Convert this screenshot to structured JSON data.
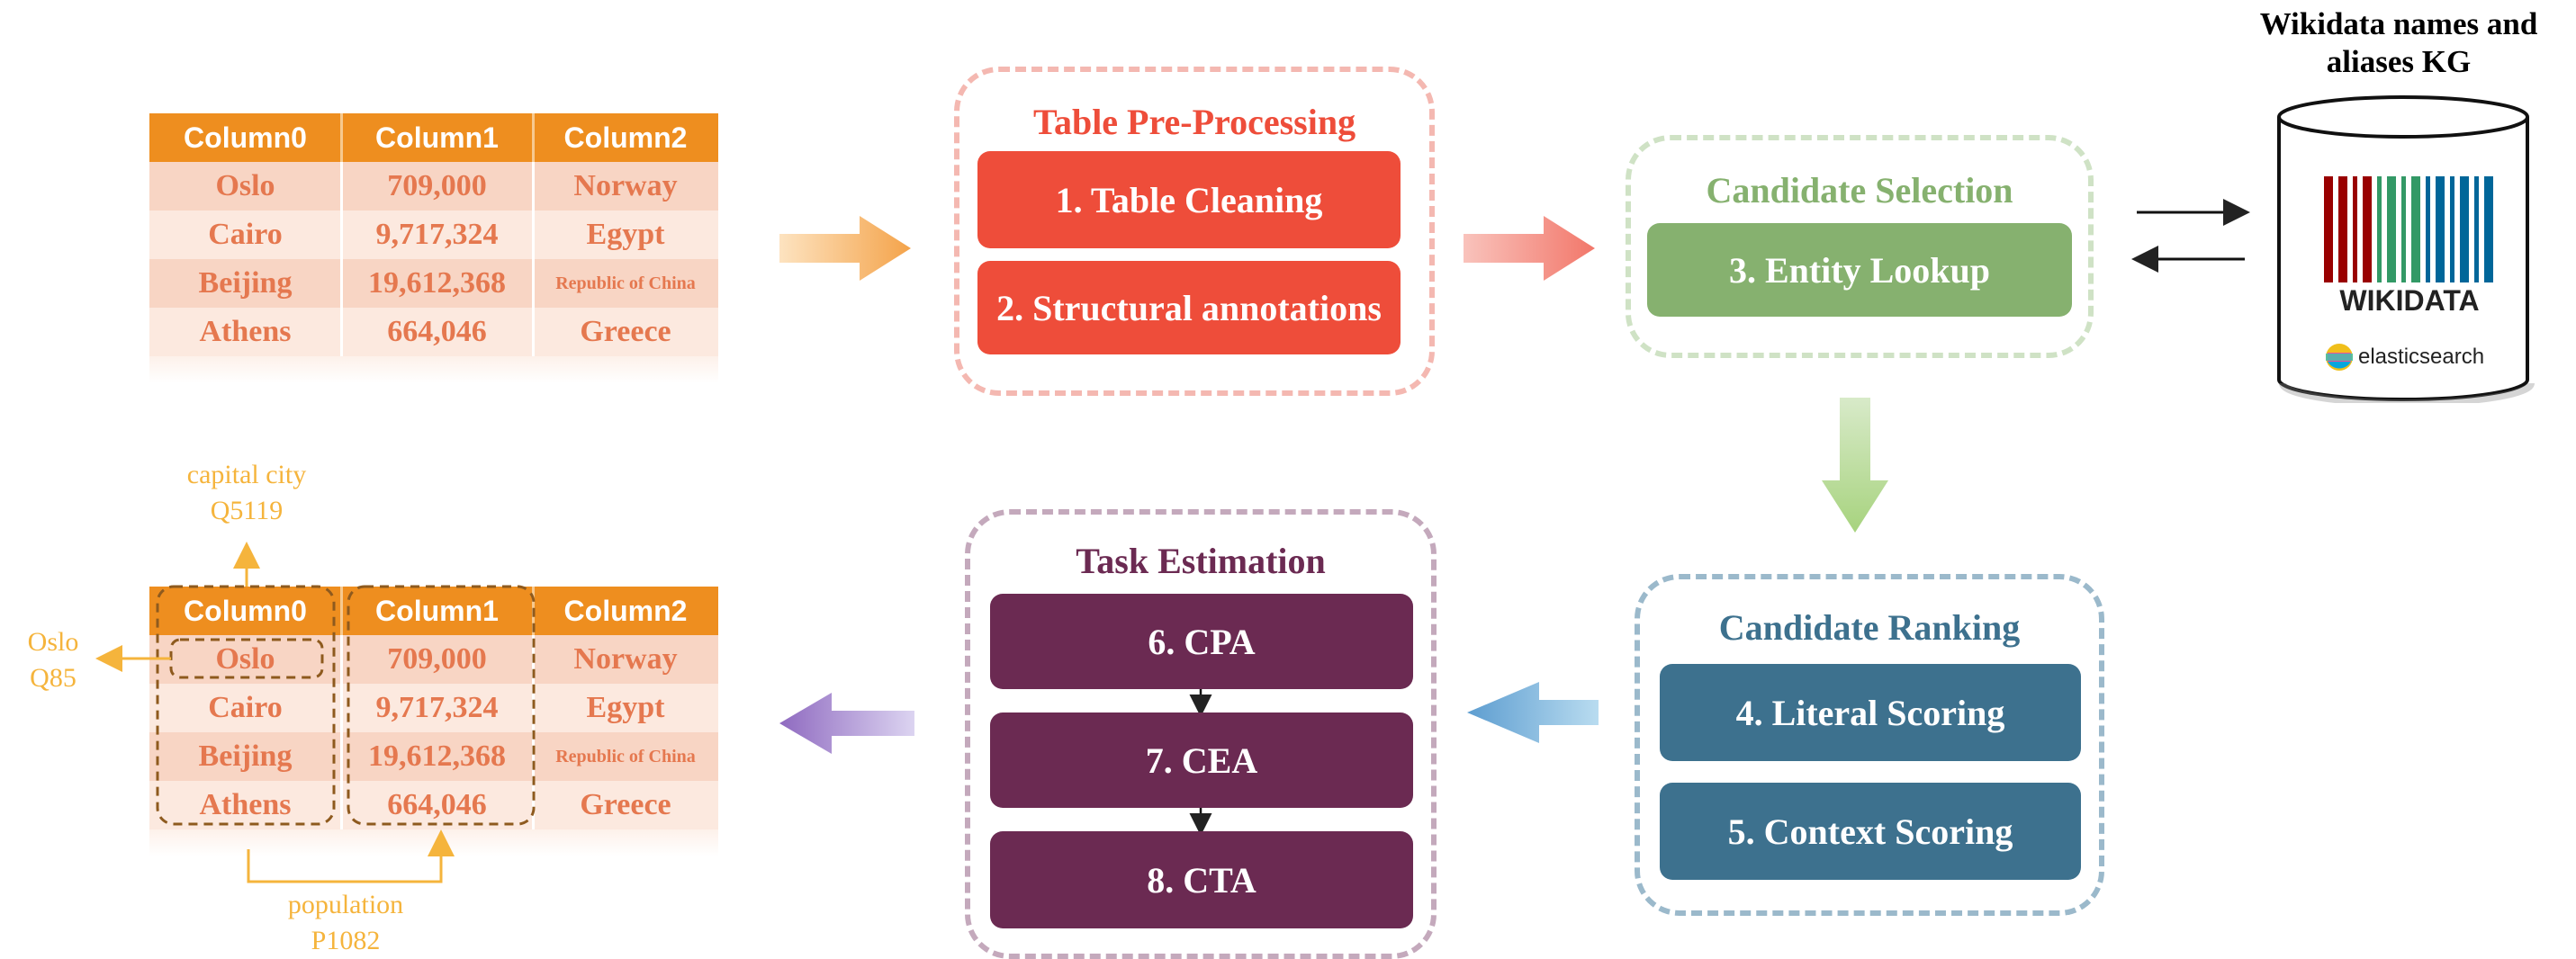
{
  "table": {
    "headers": [
      "Column0",
      "Column1",
      "Column2"
    ],
    "rows": [
      [
        "Oslo",
        "709,000",
        "Norway"
      ],
      [
        "Cairo",
        "9,717,324",
        "Egypt"
      ],
      [
        "Beijing",
        "19,612,368",
        "Republic of China"
      ],
      [
        "Athens",
        "664,046",
        "Greece"
      ]
    ]
  },
  "preprocessing": {
    "title": "Table Pre-Processing",
    "steps": [
      "1. Table Cleaning",
      "2. Structural annotations"
    ]
  },
  "candidate_selection": {
    "title": "Candidate Selection",
    "steps": [
      "3. Entity Lookup"
    ]
  },
  "knowledge_graph": {
    "title": "Wikidata names and aliases KG",
    "wikidata_label": "WIKIDATA",
    "elastic_label": "elasticsearch"
  },
  "candidate_ranking": {
    "title": "Candidate Ranking",
    "steps": [
      "4. Literal Scoring",
      "5. Context Scoring"
    ]
  },
  "task_estimation": {
    "title": "Task Estimation",
    "steps": [
      "6. CPA",
      "7. CEA",
      "8. CTA"
    ]
  },
  "annotations": {
    "type_label": "capital city",
    "type_id": "Q5119",
    "entity_label": "Oslo",
    "entity_id": "Q85",
    "property_label": "population",
    "property_id": "P1082"
  },
  "colors": {
    "orange_header": "#EE8E1F",
    "preprocessing": "#EE4D3A",
    "candidate_selection": "#86B16F",
    "candidate_ranking": "#3D718E",
    "task_estimation": "#6B2A52",
    "annotation": "#F5B43C"
  }
}
